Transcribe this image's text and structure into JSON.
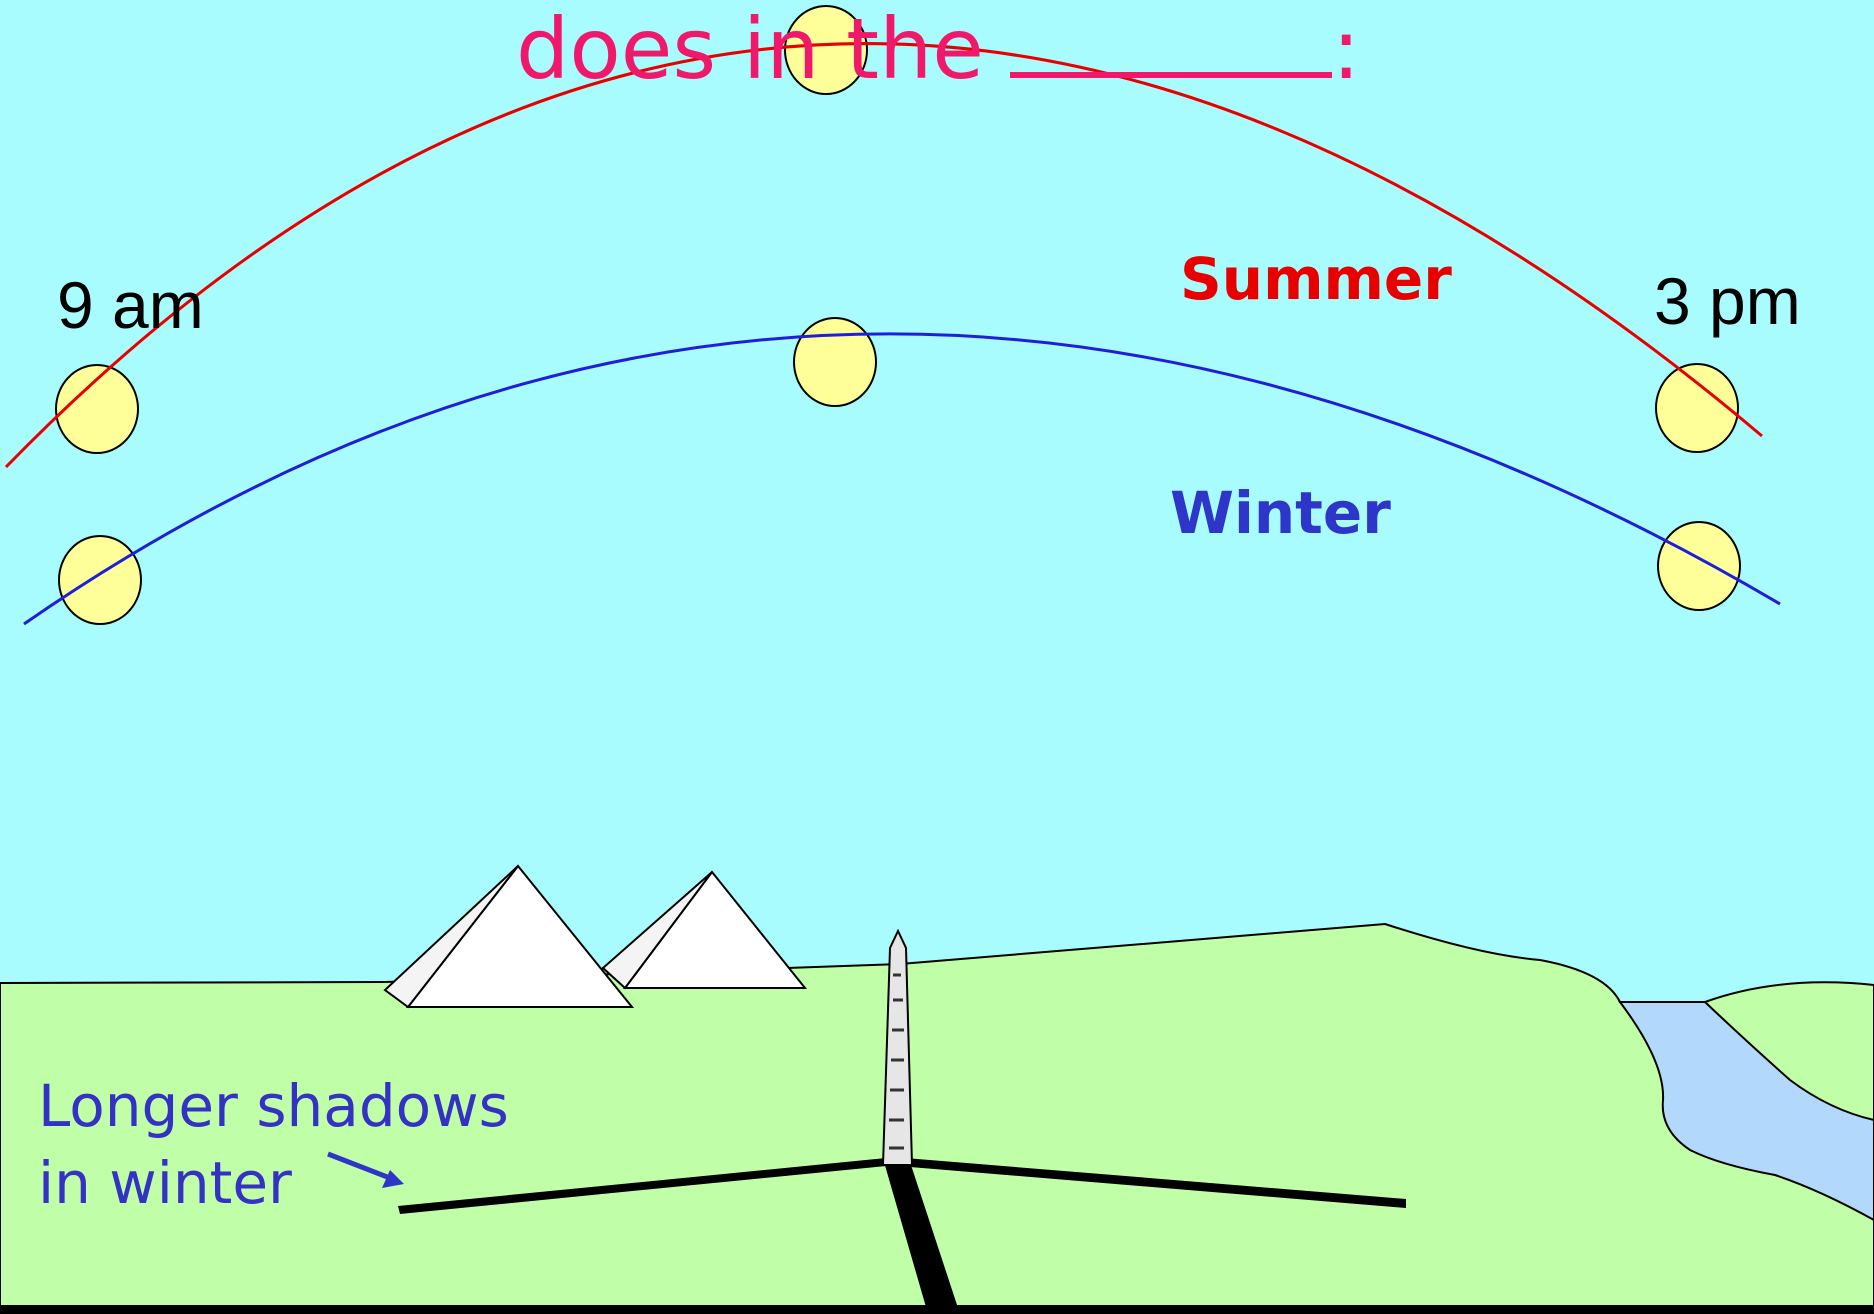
{
  "title": {
    "text": "does in the",
    "suffix": ":"
  },
  "time_labels": {
    "morning": "9 am",
    "afternoon": "3 pm"
  },
  "paths": {
    "summer": {
      "label": "Summer",
      "color": "#e80000"
    },
    "winter": {
      "label": "Winter",
      "color": "#2d36c8"
    }
  },
  "note": {
    "line1": "Longer shadows",
    "line2": "in winter",
    "color": "#3432c4"
  },
  "colors": {
    "sky": "#a8fcfd",
    "ground": "#c0ffa8",
    "river": "#b2d8fb",
    "sun_fill": "#ffff99",
    "title": "#f0186a",
    "shadow": "#000000"
  }
}
